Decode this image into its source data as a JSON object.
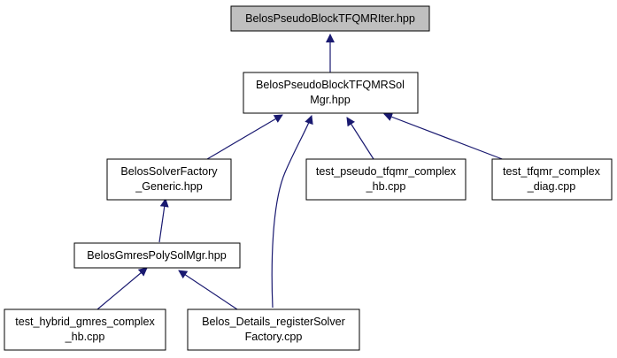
{
  "diagram": {
    "colors": {
      "root_fill": "#bfbfbf",
      "node_fill": "#ffffff",
      "node_border": "#000000",
      "edge": "#191970"
    },
    "nodes": [
      {
        "id": "root",
        "lines": [
          "BelosPseudoBlockTFQMRIter.hpp"
        ],
        "highlighted": true
      },
      {
        "id": "solmgr",
        "lines": [
          "BelosPseudoBlockTFQMRSol",
          "Mgr.hpp"
        ]
      },
      {
        "id": "factory",
        "lines": [
          "BelosSolverFactory",
          "_Generic.hpp"
        ]
      },
      {
        "id": "pseudo_hb",
        "lines": [
          "test_pseudo_tfqmr_complex",
          "_hb.cpp"
        ]
      },
      {
        "id": "tfqmr_diag",
        "lines": [
          "test_tfqmr_complex",
          "_diag.cpp"
        ]
      },
      {
        "id": "gmrespoly",
        "lines": [
          "BelosGmresPolySolMgr.hpp"
        ]
      },
      {
        "id": "hybrid_hb",
        "lines": [
          "test_hybrid_gmres_complex",
          "_hb.cpp"
        ]
      },
      {
        "id": "register",
        "lines": [
          "Belos_Details_registerSolver",
          "Factory.cpp"
        ]
      }
    ],
    "edges": [
      {
        "from": "solmgr",
        "to": "root"
      },
      {
        "from": "factory",
        "to": "solmgr"
      },
      {
        "from": "register",
        "to": "solmgr"
      },
      {
        "from": "pseudo_hb",
        "to": "solmgr"
      },
      {
        "from": "tfqmr_diag",
        "to": "solmgr"
      },
      {
        "from": "gmrespoly",
        "to": "factory"
      },
      {
        "from": "hybrid_hb",
        "to": "gmrespoly"
      },
      {
        "from": "register",
        "to": "gmrespoly"
      }
    ]
  }
}
